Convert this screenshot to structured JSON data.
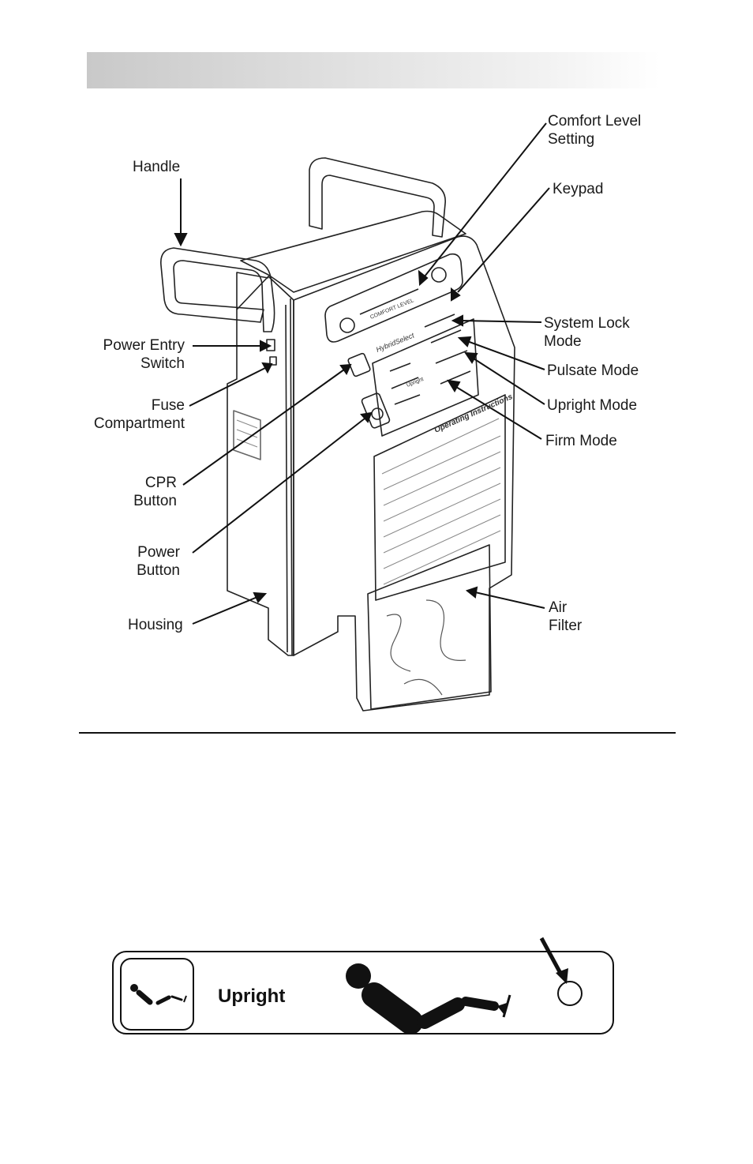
{
  "callouts": {
    "handle": "Handle",
    "comfort_level_setting": "Comfort Level\nSetting",
    "keypad": "Keypad",
    "power_entry_switch": "Power Entry\nSwitch",
    "system_lock_mode": "System Lock\nMode",
    "pulsate_mode": "Pulsate Mode",
    "fuse_compartment": "Fuse\nCompartment",
    "upright_mode": "Upright Mode",
    "firm_mode": "Firm Mode",
    "cpr_button": "CPR\nButton",
    "power_button": "Power\nButton",
    "housing": "Housing",
    "air_filter": "Air\nFilter"
  },
  "device_labels": {
    "comfort_level": "COMFORT LEVEL",
    "brand": "HybridSelect",
    "operating_instructions": "Operating Instructions",
    "upright_small": "Upright"
  },
  "upright_panel": {
    "label": "Upright"
  }
}
